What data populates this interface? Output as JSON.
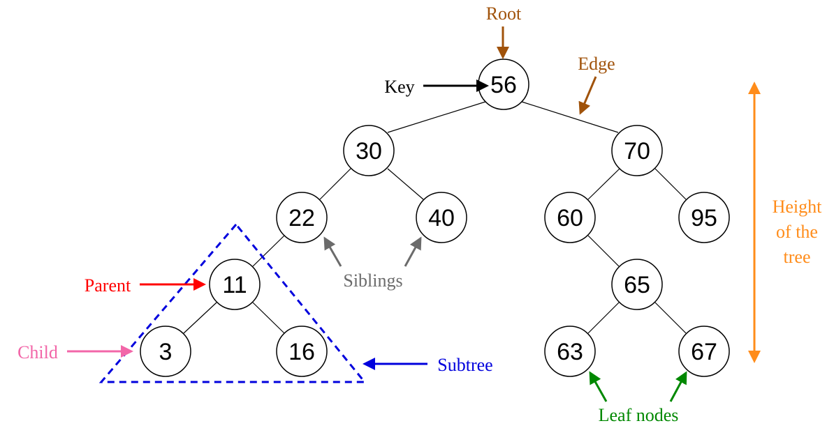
{
  "nodes": {
    "n56": "56",
    "n30": "30",
    "n70": "70",
    "n22": "22",
    "n40": "40",
    "n60": "60",
    "n95": "95",
    "n11": "11",
    "n65": "65",
    "n3": "3",
    "n16": "16",
    "n63": "63",
    "n67": "67"
  },
  "labels": {
    "root": "Root",
    "edge": "Edge",
    "key": "Key",
    "parent": "Parent",
    "child": "Child",
    "siblings": "Siblings",
    "subtree": "Subtree",
    "leaf_nodes": "Leaf nodes",
    "height_line1": "Height",
    "height_line2": "of the",
    "height_line3": "tree"
  },
  "colors": {
    "root": "#a0520a",
    "edge": "#a0520a",
    "key": "#000000",
    "parent": "#ff0000",
    "child": "#f266a8",
    "siblings": "#6b6b6b",
    "subtree": "#0000dd",
    "leaf_nodes": "#008800",
    "height": "#ff8c1a"
  }
}
